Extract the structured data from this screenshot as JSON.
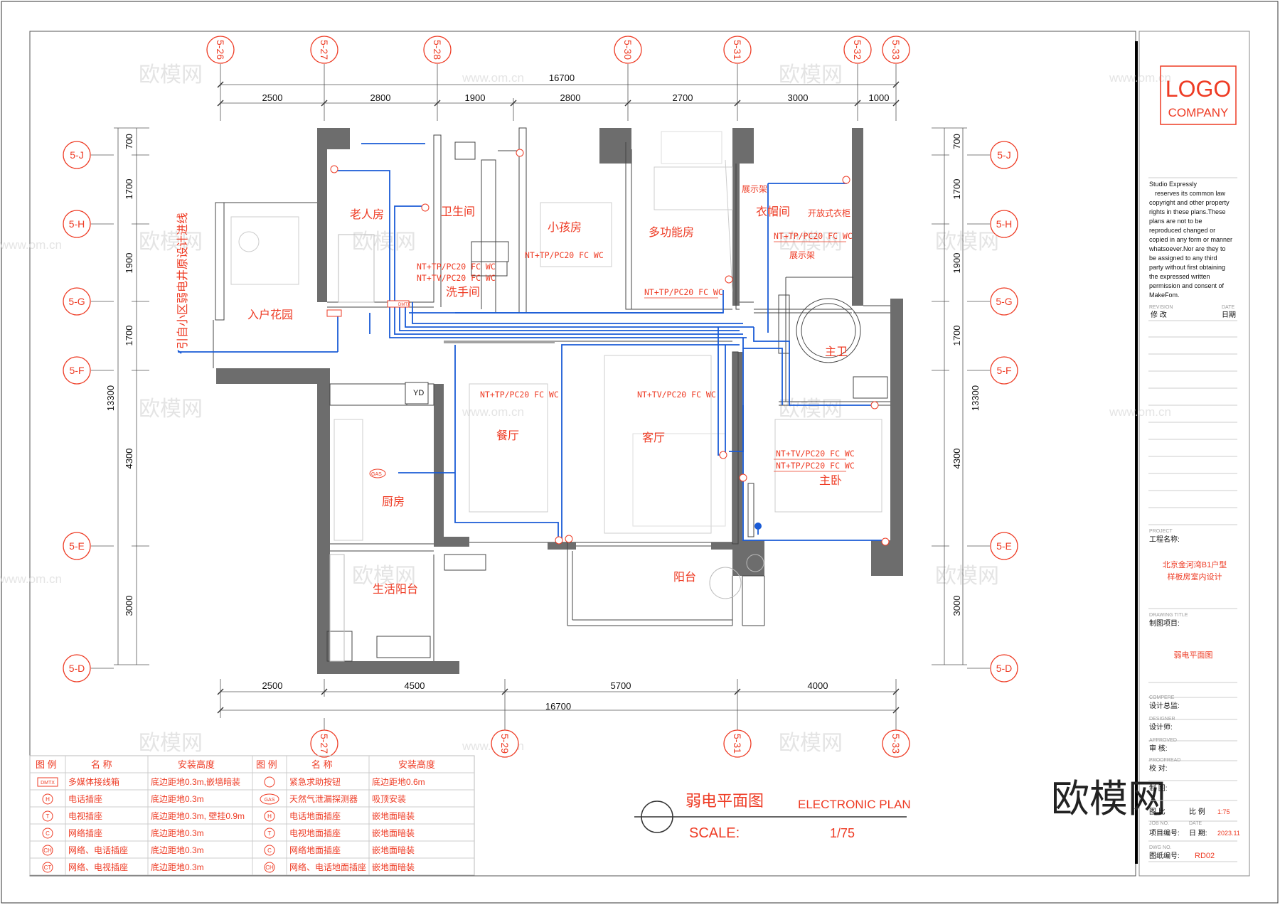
{
  "colors": {
    "accent": "#ee3b24",
    "wiring": "#1a5bd6",
    "wall": "#6d6d6d",
    "watermark": "#d9d9d9"
  },
  "axes": {
    "top": [
      "5-26",
      "5-27",
      "5-28",
      "5-30",
      "5-31",
      "5-32",
      "5-33"
    ],
    "bottom": [
      "5-27",
      "5-29",
      "5-31",
      "5-33"
    ],
    "side": [
      "5-J",
      "5-H",
      "5-G",
      "5-F",
      "5-E",
      "5-D"
    ]
  },
  "dims": {
    "top_total": "16700",
    "top": [
      "2500",
      "2800",
      "1900",
      "2800",
      "2700",
      "3000",
      "1000"
    ],
    "bottom": [
      "2500",
      "4500",
      "5700",
      "4000"
    ],
    "bottom_total": "16700",
    "side": [
      "700",
      "1700",
      "1900",
      "1700",
      "4300",
      "3000"
    ],
    "side_total": "13300"
  },
  "rooms": [
    "老人房",
    "卫生间",
    "小孩房",
    "多功能房",
    "衣帽间",
    "开放式衣柜",
    "展示架",
    "展示架",
    "入户花园",
    "洗手间",
    "主卫",
    "餐厅",
    "客厅",
    "厨房",
    "主卧",
    "阳台",
    "生活阳台",
    "YD"
  ],
  "cable_labels": [
    "NT+TP/PC20 FC WC",
    "NT+TP/PC20 FC WC",
    "NT+TV/PC20 FC WC",
    "NT+TP/PC20 FC WC",
    "NT+TP/PC20 FC WC",
    "NT+TP/PC20 FC WC",
    "NT+TV/PC20 FC WC",
    "NT+TV/PC20 FC WC",
    "NT+TP/PC20 FC WC"
  ],
  "symbols": {
    "dmtx": "DMTX",
    "gas": "GAS"
  },
  "incoming_line": "引自小区弱电井原设计进线",
  "legend": {
    "headers": [
      "图 例",
      "名 称",
      "安装高度",
      "图 例",
      "名 称",
      "安装高度"
    ],
    "left": [
      {
        "sym": "DMTX",
        "name": "多媒体接线箱",
        "height": "底边距地0.3m,嵌墙暗装"
      },
      {
        "sym": "H",
        "name": "电话插座",
        "height": "底边距地0.3m"
      },
      {
        "sym": "T",
        "name": "电视插座",
        "height": "底边距地0.3m, 壁挂0.9m"
      },
      {
        "sym": "C",
        "name": "网络插座",
        "height": "底边距地0.3m"
      },
      {
        "sym": "CH",
        "name": "网络、电话插座",
        "height": "底边距地0.3m"
      },
      {
        "sym": "CT",
        "name": "网络、电视插座",
        "height": "底边距地0.3m"
      }
    ],
    "right": [
      {
        "sym": "",
        "name": "紧急求助按钮",
        "height": "底边距地0.6m"
      },
      {
        "sym": "GAS",
        "name": "天然气泄漏探测器",
        "height": "吸顶安装"
      },
      {
        "sym": "H",
        "name": "电话地面插座",
        "height": "嵌地面暗装"
      },
      {
        "sym": "T",
        "name": "电视地面插座",
        "height": "嵌地面暗装"
      },
      {
        "sym": "C",
        "name": "网络地面插座",
        "height": "嵌地面暗装"
      },
      {
        "sym": "CH",
        "name": "网络、电话地面插座",
        "height": "嵌地面暗装"
      }
    ]
  },
  "title_block": {
    "main_title": "弱电平面图",
    "main_title_en": "ELECTRONIC PLAN",
    "scale_label": "SCALE:",
    "scale_value": "1/75"
  },
  "sidebar": {
    "logo_line1": "LOGO",
    "logo_line2": "COMPANY",
    "copyright": [
      "Studio Expressly",
      "reserves its common law",
      "copyright and other property",
      "rights in these plans.These",
      "plans are not to be",
      "reproduced changed or",
      "copied in any form or manner",
      "whatsoever.Nor are they  to",
      "be assigned to any third",
      "party without first obtaining",
      "the expressed written",
      "permission and consent of",
      "MakeFom."
    ],
    "revision_en": "REVISION",
    "date_en": "DATE",
    "revision": "修 改",
    "date": "日期",
    "project_en": "PROJECT",
    "project_label": "工程名称:",
    "project_name": [
      "北京金河湾B1户型",
      "样板房室内设计"
    ],
    "drawing_title_en": "DRAWING TITLE",
    "drawing_label": "制图项目:",
    "drawing_name": "弱电平面图",
    "compere_en": "COMPERE",
    "director": "设计总监:",
    "designer_en": "DESIGNER",
    "designer": "设计师:",
    "approved_en": "APPROVED",
    "reviewer": "审  核:",
    "proofread_en": "PROOFREAD",
    "proofread": "校  对:",
    "drafter": "制  图:",
    "scale_label": "图  比",
    "scale_name": "比 例",
    "scale_value": "1:75",
    "job_no_en": "JOB NO.",
    "date2_en": "DATE",
    "job_no": "项目编号:",
    "date_label": "日  期:",
    "date_value": "2023.11",
    "dwg_no_en": "DWG NO.",
    "dwg_no": "图纸编号:",
    "dwg_value": "RD02"
  },
  "watermark": "欧模网",
  "watermark_url": "www.om.cn"
}
